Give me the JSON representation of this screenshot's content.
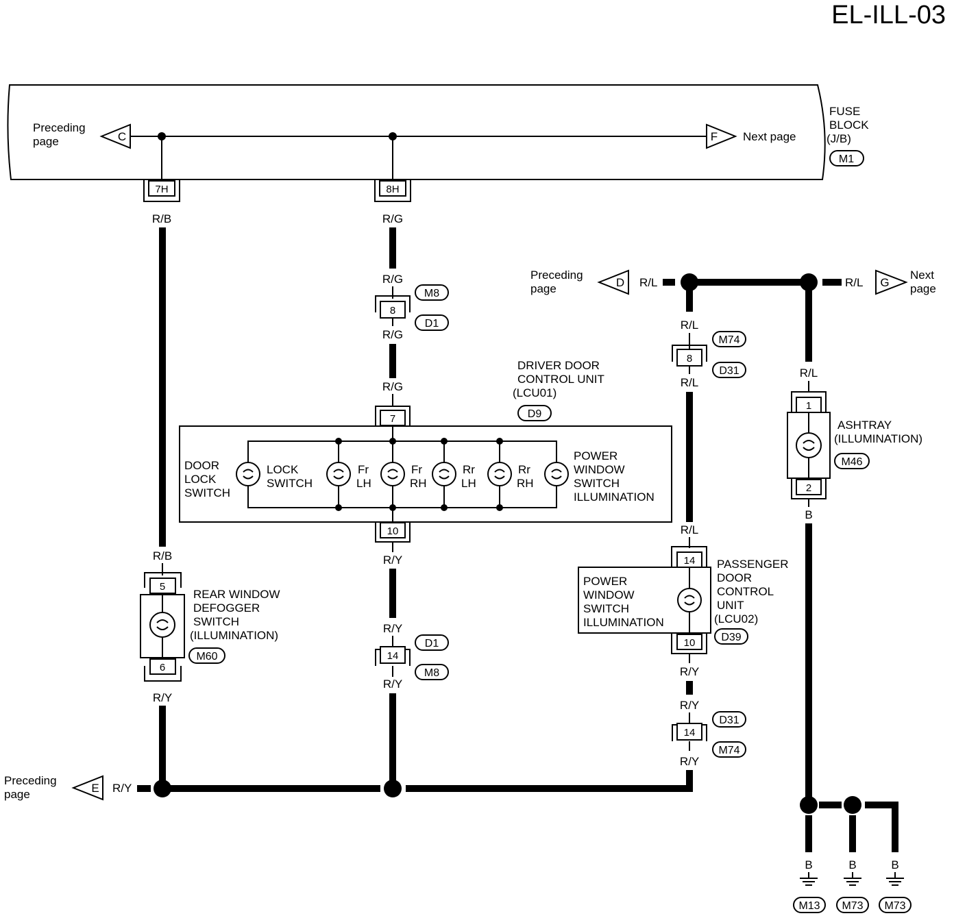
{
  "page_id": "EL-ILL-03",
  "fuse_block": {
    "line1": "FUSE",
    "line2": "BLOCK",
    "line3": "(J/B)",
    "connector": "M1"
  },
  "nav": {
    "preceding": "Preceding",
    "page": "page",
    "next_page": "Next page",
    "next": "Next",
    "C": "C",
    "F": "F",
    "D": "D",
    "G": "G",
    "E": "E"
  },
  "pins": {
    "p7H": "7H",
    "p8H": "8H",
    "p8_m8": "8",
    "p7": "7",
    "p10_dd": "10",
    "p14_d1": "14",
    "p5": "5",
    "p6": "6",
    "p8_m74": "8",
    "p1": "1",
    "p2": "2",
    "p14_pd": "14",
    "p10_pd": "10",
    "p14_d31": "14"
  },
  "wires": {
    "rb_top": "R/B",
    "rg_top": "R/G",
    "rg_m8": "R/G",
    "rg_d1": "R/G",
    "rg_7": "R/G",
    "ry_10": "R/Y",
    "ry_d1": "R/Y",
    "ry_m8": "R/Y",
    "rb_5": "R/B",
    "ry_6": "R/Y",
    "ry_e": "R/Y",
    "rl_d": "R/L",
    "rl_g": "R/L",
    "rl_m74": "R/L",
    "rl_d31": "R/L",
    "rl_ash": "R/L",
    "b_ash": "B",
    "rl_14": "R/L",
    "ry_pd10": "R/Y",
    "ry_d31": "R/Y",
    "ry_m74": "R/Y",
    "b_g1": "B",
    "b_g2": "B",
    "b_g3": "B"
  },
  "connectors": {
    "M8a": "M8",
    "D1a": "D1",
    "D9": "D9",
    "D1b": "D1",
    "M8b": "M8",
    "M60": "M60",
    "M74a": "M74",
    "D31a": "D31",
    "M46": "M46",
    "D39": "D39",
    "D31b": "D31",
    "M74b": "M74",
    "M13": "M13",
    "M73a": "M73",
    "M73b": "M73"
  },
  "driver_unit": {
    "l1": "DRIVER DOOR",
    "l2": "CONTROL UNIT",
    "l3": "(LCU01)"
  },
  "driver_switches": {
    "door_lock_1": "DOOR",
    "door_lock_2": "LOCK",
    "door_lock_3": "SWITCH",
    "lock_1": "LOCK",
    "lock_2": "SWITCH",
    "frlh_1": "Fr",
    "frlh_2": "LH",
    "frrh_1": "Fr",
    "frrh_2": "RH",
    "rrlh_1": "Rr",
    "rrlh_2": "LH",
    "rrrh_1": "Rr",
    "rrrh_2": "RH",
    "pw_1": "POWER",
    "pw_2": "WINDOW",
    "pw_3": "SWITCH",
    "pw_4": "ILLUMINATION"
  },
  "rear_defogger": {
    "l1": "REAR WINDOW",
    "l2": "DEFOGGER",
    "l3": "SWITCH",
    "l4": "(ILLUMINATION)"
  },
  "ashtray": {
    "l1": "ASHTRAY",
    "l2": "(ILLUMINATION)"
  },
  "passenger_unit": {
    "l1": "PASSENGER",
    "l2": "DOOR",
    "l3": "CONTROL",
    "l4": "UNIT",
    "l5": "(LCU02)",
    "pw_1": "POWER",
    "pw_2": "WINDOW",
    "pw_3": "SWITCH",
    "pw_4": "ILLUMINATION"
  }
}
